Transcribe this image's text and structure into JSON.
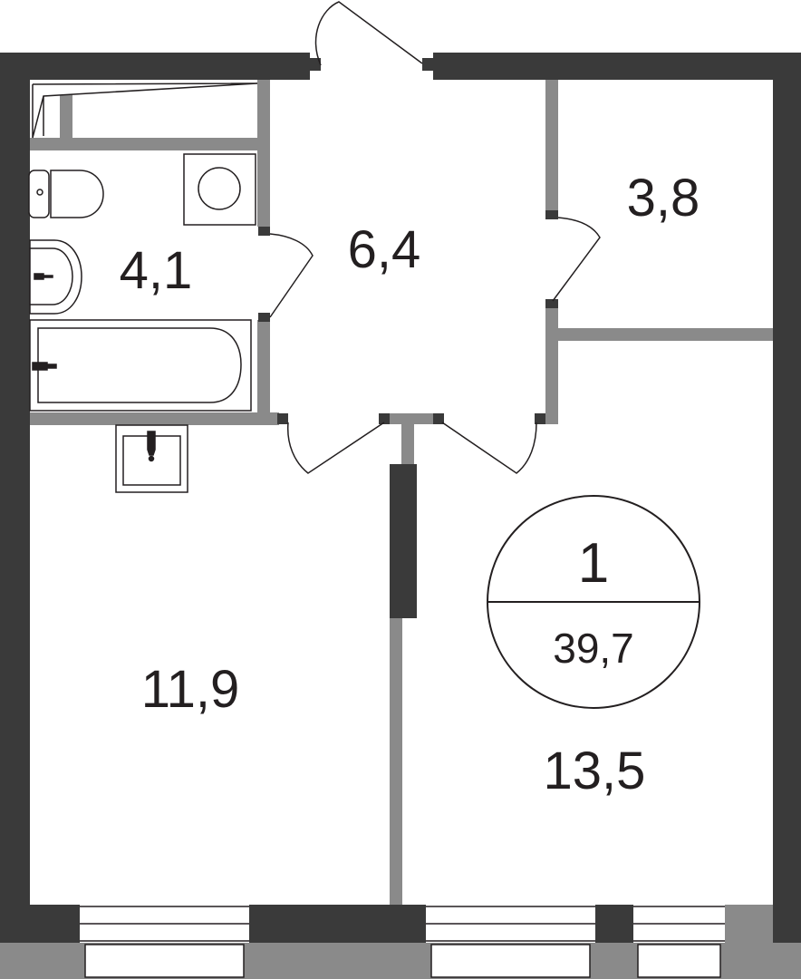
{
  "rooms": {
    "bathroom": {
      "area": "4,1"
    },
    "hallway": {
      "area": "6,4"
    },
    "storage": {
      "area": "3,8"
    },
    "kitchen": {
      "area": "11,9"
    },
    "living": {
      "area": "13,5"
    }
  },
  "summary": {
    "room_count": "1",
    "total_area": "39,7"
  },
  "colors": {
    "outer_wall": "#3a3a3a",
    "partition": "#8a8a8a",
    "line": "#231f20",
    "background": "#ffffff"
  }
}
